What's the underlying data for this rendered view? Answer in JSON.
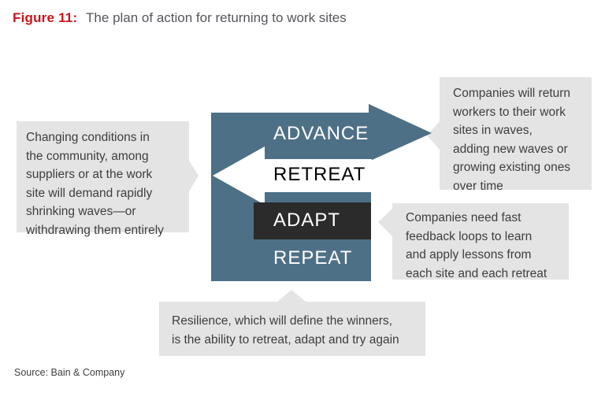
{
  "header": {
    "figure_label": "Figure 11:",
    "title": "The plan of action for returning to work sites"
  },
  "diagram": {
    "type": "cycle-flow",
    "steps": [
      {
        "label": "ADVANCE"
      },
      {
        "label": "RETREAT"
      },
      {
        "label": "ADAPT"
      },
      {
        "label": "REPEAT"
      }
    ],
    "callouts": {
      "left": {
        "points_to": "RETREAT",
        "lines": [
          "Changing conditions in",
          "the community, among",
          "suppliers or at the work",
          "site will demand rapidly",
          "shrinking waves—or",
          "withdrawing them entirely"
        ]
      },
      "top_right": {
        "points_to": "ADVANCE",
        "lines": [
          "Companies will return",
          "workers to their work",
          "sites in waves,",
          "adding new waves or",
          "growing existing ones",
          "over time"
        ]
      },
      "middle_right": {
        "points_to": "ADAPT",
        "lines": [
          "Companies need fast",
          "feedback loops to learn",
          "and apply lessons from",
          "each site and each retreat"
        ]
      },
      "bottom": {
        "points_to": "REPEAT",
        "lines": [
          "Resilience, which will define the winners,",
          "is the ability to retreat, adapt and try again"
        ]
      }
    },
    "colors": {
      "accent_red": "#c8141a",
      "steel_blue": "#4d7086",
      "dark_charcoal": "#2b2b2b",
      "callout_gray": "#e4e4e4",
      "title_gray": "#54565b",
      "body_text": "#3e3e3e"
    }
  },
  "footer": {
    "source": "Source: Bain & Company"
  }
}
